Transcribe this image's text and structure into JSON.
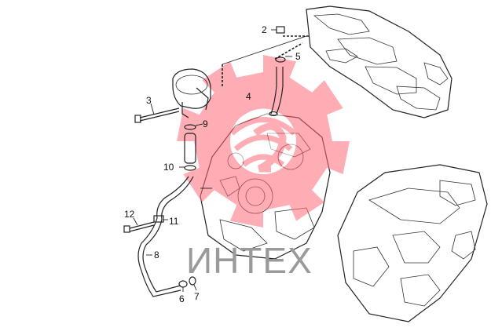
{
  "callouts": {
    "c2": "2",
    "c3": "3",
    "c4": "4",
    "c5": "5",
    "c6": "6",
    "c7": "7",
    "c8": "8",
    "c9": "9",
    "c10": "10",
    "c11": "11",
    "c12": "12"
  },
  "watermark": {
    "text": "ИНТЕХ",
    "gear_color": "#ff6b7a"
  }
}
